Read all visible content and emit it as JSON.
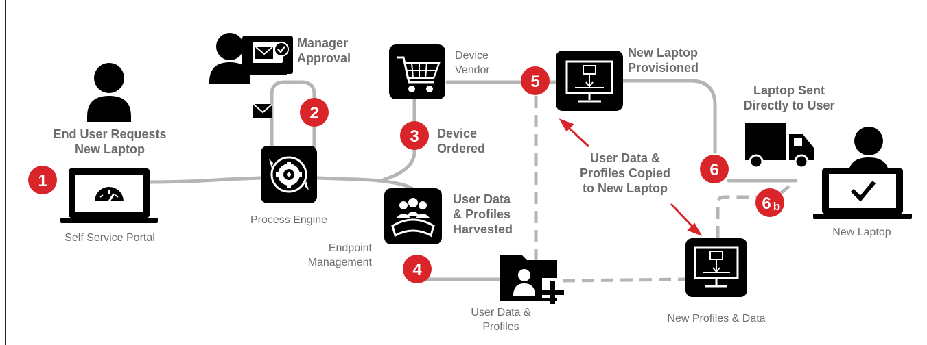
{
  "steps": {
    "s1": "1",
    "s2": "2",
    "s3": "3",
    "s4": "4",
    "s5": "5",
    "s6": "6",
    "s6b_num": "6",
    "s6b_sub": "b"
  },
  "labels": {
    "end_user_requests": "End User Requests\nNew Laptop",
    "self_service_portal": "Self Service Portal",
    "manager_approval": "Manager\nApproval",
    "process_engine": "Process Engine",
    "device_vendor": "Device\nVendor",
    "device_ordered": "Device\nOrdered",
    "user_data_harvested": "User Data\n& Profiles\nHarvested",
    "endpoint_management": "Endpoint\nManagement",
    "user_data_profiles": "User Data &\nProfiles",
    "new_laptop_provisioned": "New Laptop\nProvisioned",
    "user_data_copied": "User Data &\nProfiles Copied\nto New Laptop",
    "new_profiles_data": "New Profiles & Data",
    "laptop_sent": "Laptop Sent\nDirectly to User",
    "new_laptop": "New Laptop"
  },
  "colors": {
    "connector": "#b5b5b5",
    "step_badge": "#d9252a",
    "icon": "#000000",
    "bold_label": "#6b6b6b",
    "plain_label": "#6f6f6f"
  },
  "icons": [
    "person-icon",
    "laptop-speedometer-icon",
    "manager-monitor-check-icon",
    "envelope-icon",
    "gear-cycle-icon",
    "shopping-cart-icon",
    "group-arc-icon",
    "user-folder-plus-icon",
    "monitor-provision-icon",
    "delivery-truck-icon",
    "laptop-checkmark-icon",
    "arrow-icon"
  ]
}
